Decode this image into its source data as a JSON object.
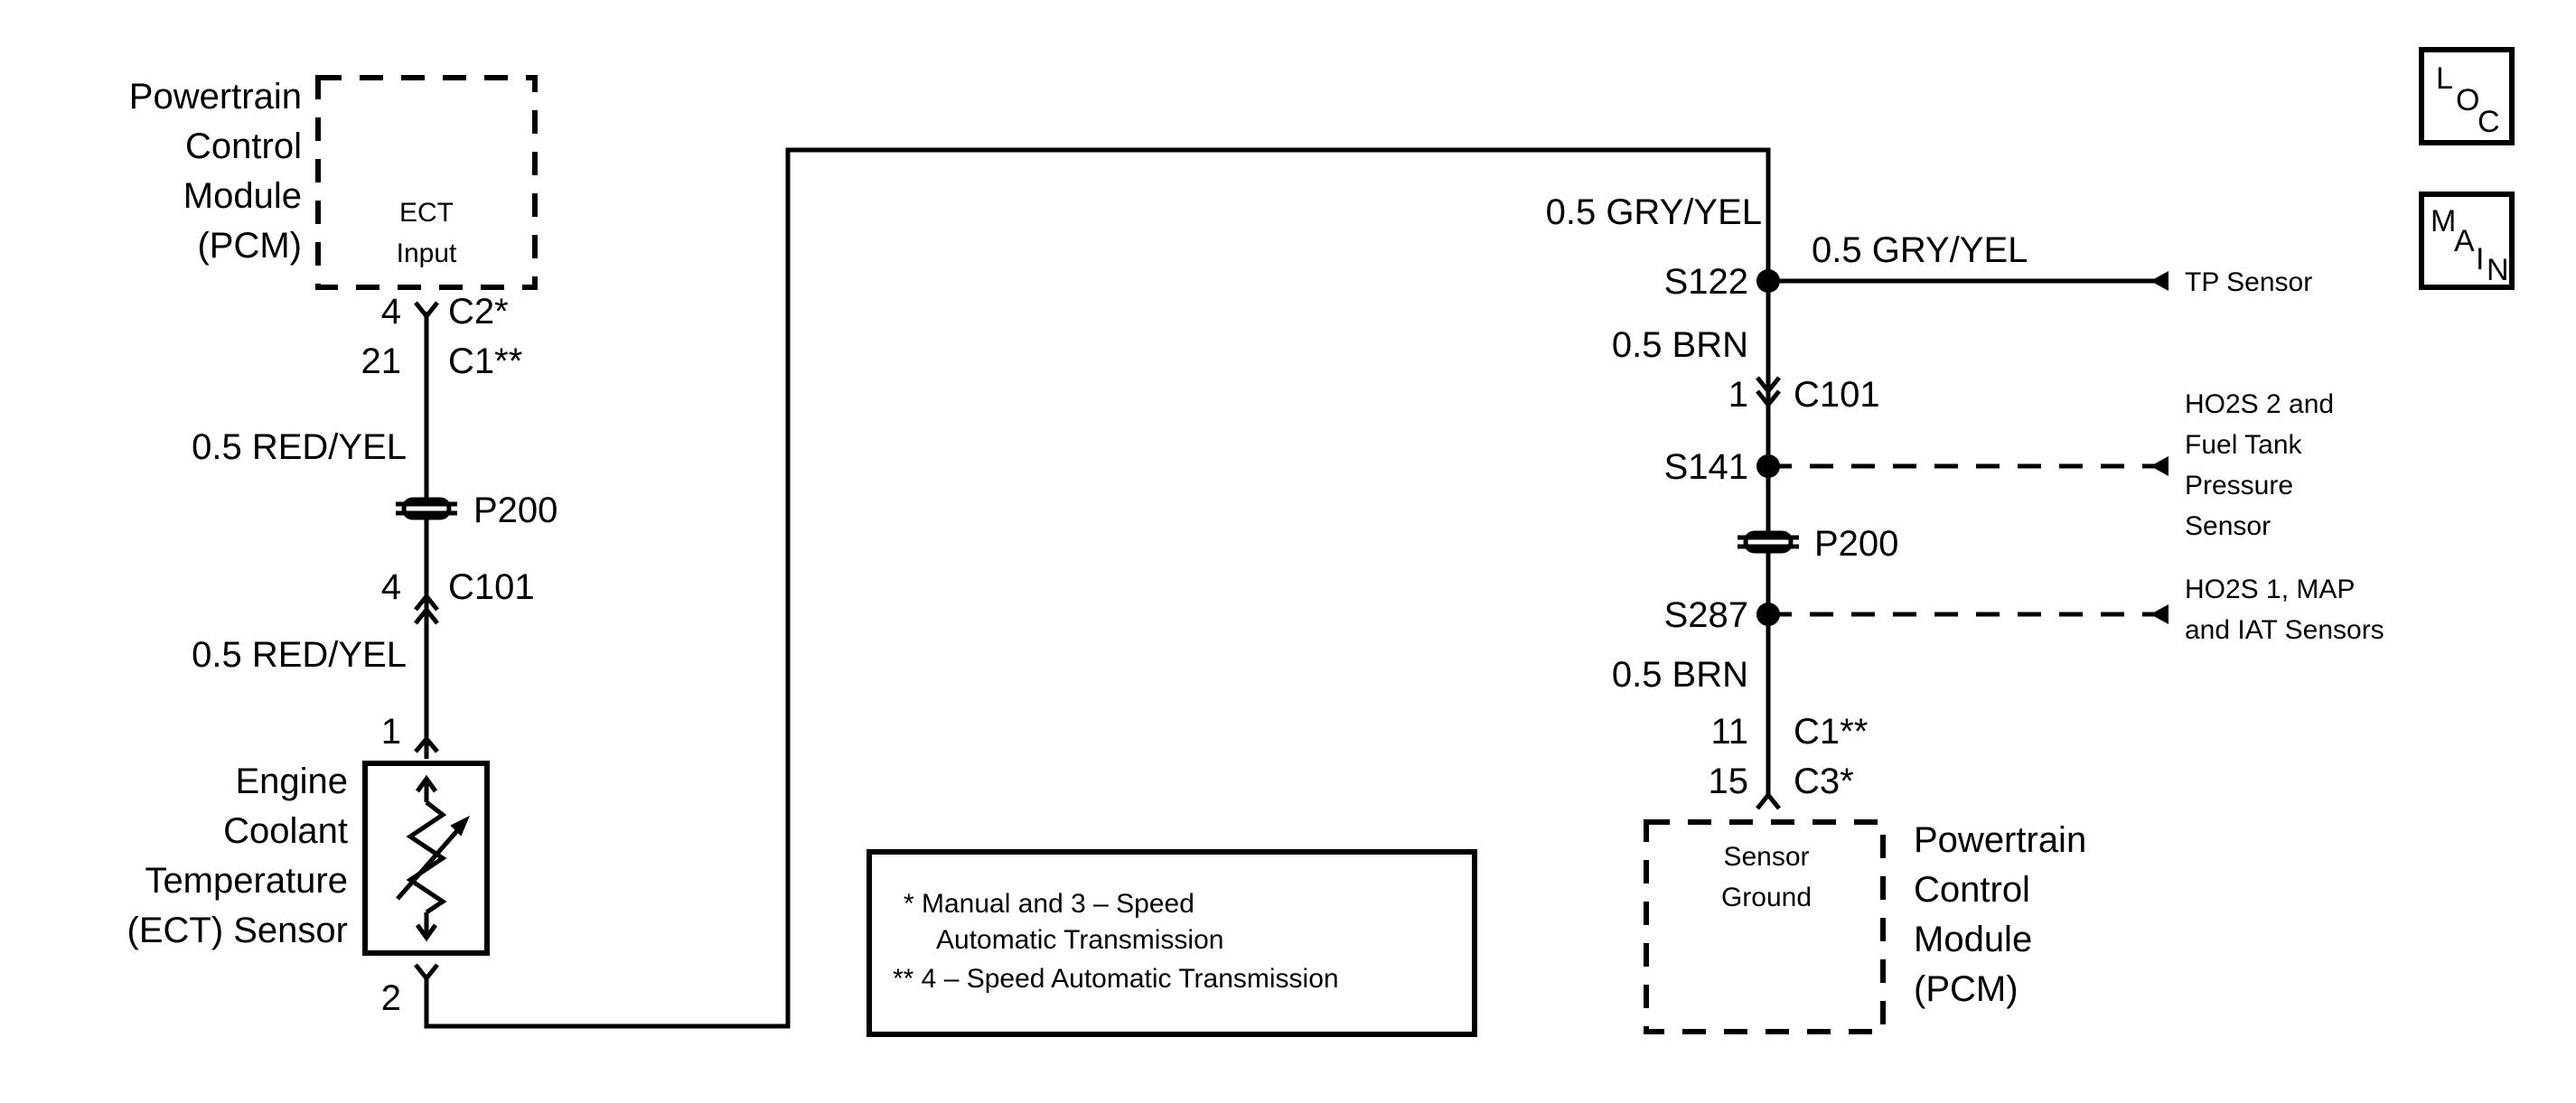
{
  "left_pcm": {
    "name_lines": [
      "Powertrain",
      "Control",
      "Module",
      "(PCM)"
    ],
    "circuit_lines": [
      "ECT",
      "Input"
    ]
  },
  "left_circuit": {
    "pin_c2": "4",
    "conn_c2": "C2*",
    "pin_c1": "21",
    "conn_c1": "C1**",
    "wire_top": "0.5 RED/YEL",
    "p200": "P200",
    "pin_c101": "4",
    "conn_c101": "C101",
    "wire_bottom": "0.5 RED/YEL",
    "sensor_pin_1": "1",
    "sensor_pin_2": "2"
  },
  "ect_sensor": {
    "name_lines": [
      "Engine",
      "Coolant",
      "Temperature",
      "(ECT) Sensor"
    ]
  },
  "right_circuit": {
    "wire_top": "0.5 GRY/YEL",
    "s122": "S122",
    "branch_wire": "0.5 GRY/YEL",
    "tp_sensor": "TP Sensor",
    "wire_brn_1": "0.5 BRN",
    "pin_c101": "1",
    "conn_c101": "C101",
    "s141": "S141",
    "ho2s2_lines": [
      "HO2S 2 and",
      "Fuel Tank",
      "Pressure",
      "Sensor"
    ],
    "p200": "P200",
    "s287": "S287",
    "ho2s1_lines": [
      "HO2S 1, MAP",
      "and IAT Sensors"
    ],
    "wire_brn_2": "0.5 BRN",
    "pin_c1": "11",
    "conn_c1": "C1**",
    "pin_c3": "15",
    "conn_c3": "C3*"
  },
  "right_pcm": {
    "name_lines": [
      "Powertrain",
      "Control",
      "Module",
      "(PCM)"
    ],
    "circuit_lines": [
      "Sensor",
      "Ground"
    ]
  },
  "legend": {
    "lines": [
      "* Manual and 3 – Speed",
      "Automatic Transmission",
      "** 4 – Speed Automatic Transmission"
    ]
  },
  "icons": {
    "loc": {
      "a": "L",
      "b": "O",
      "c": "C"
    },
    "main": {
      "a": "M",
      "b": "A",
      "c": "I",
      "d": "N"
    }
  }
}
